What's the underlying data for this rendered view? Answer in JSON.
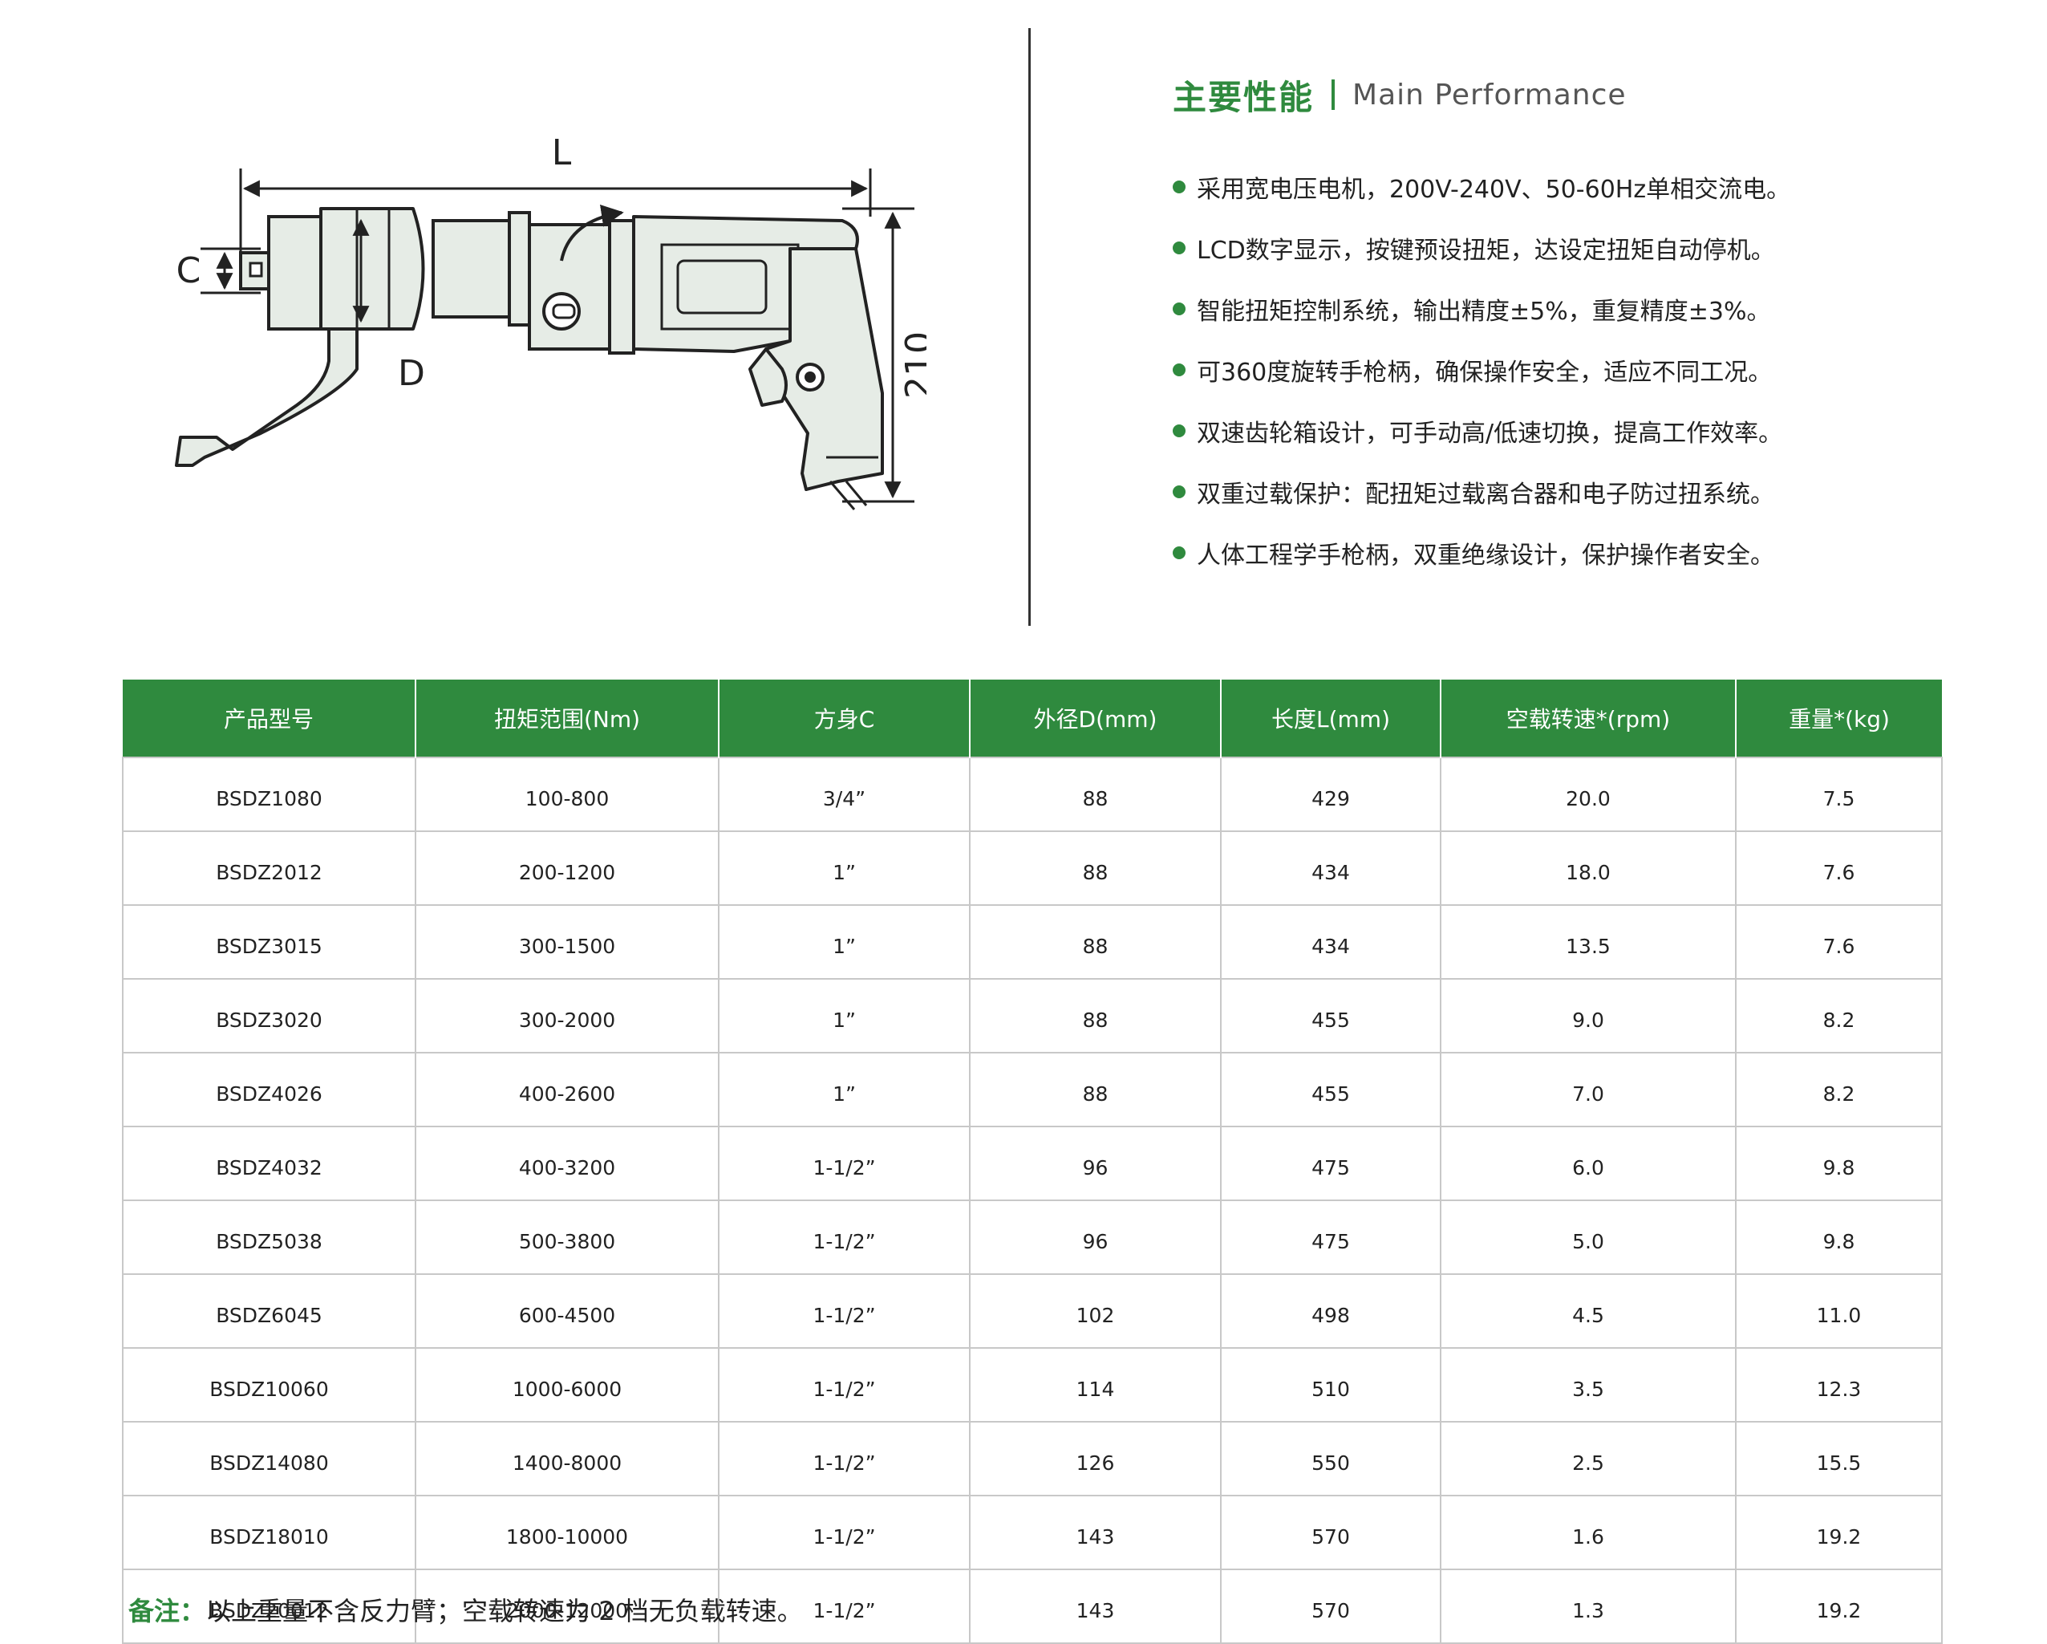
{
  "diagram": {
    "label_length": "L",
    "label_square": "C",
    "label_diameter": "D",
    "label_height": "210"
  },
  "performance": {
    "title_zh": "主要性能",
    "title_en": "Main Performance",
    "features": [
      "采用宽电压电机，200V-240V、50-60Hz单相交流电。",
      "LCD数字显示，按键预设扭矩，达设定扭矩自动停机。",
      "智能扭矩控制系统，输出精度±5%，重复精度±3%。",
      "可360度旋转手枪柄，确保操作安全，适应不同工况。",
      "双速齿轮箱设计，可手动高/低速切换，提高工作效率。",
      "双重过载保护：配扭矩过载离合器和电子防过扭系统。",
      "人体工程学手枪柄，双重绝缘设计，保护操作者安全。"
    ]
  },
  "table": {
    "headers": [
      "产品型号",
      "扭矩范围(Nm)",
      "方身C",
      "外径D(mm)",
      "长度L(mm)",
      "空载转速*(rpm)",
      "重量*(kg)"
    ],
    "rows": [
      [
        "BSDZ1080",
        "100-800",
        "3/4”",
        "88",
        "429",
        "20.0",
        "7.5"
      ],
      [
        "BSDZ2012",
        "200-1200",
        "1”",
        "88",
        "434",
        "18.0",
        "7.6"
      ],
      [
        "BSDZ3015",
        "300-1500",
        "1”",
        "88",
        "434",
        "13.5",
        "7.6"
      ],
      [
        "BSDZ3020",
        "300-2000",
        "1”",
        "88",
        "455",
        "9.0",
        "8.2"
      ],
      [
        "BSDZ4026",
        "400-2600",
        "1”",
        "88",
        "455",
        "7.0",
        "8.2"
      ],
      [
        "BSDZ4032",
        "400-3200",
        "1-1/2”",
        "96",
        "475",
        "6.0",
        "9.8"
      ],
      [
        "BSDZ5038",
        "500-3800",
        "1-1/2”",
        "96",
        "475",
        "5.0",
        "9.8"
      ],
      [
        "BSDZ6045",
        "600-4500",
        "1-1/2”",
        "102",
        "498",
        "4.5",
        "11.0"
      ],
      [
        "BSDZ10060",
        "1000-6000",
        "1-1/2”",
        "114",
        "510",
        "3.5",
        "12.3"
      ],
      [
        "BSDZ14080",
        "1400-8000",
        "1-1/2”",
        "126",
        "550",
        "2.5",
        "15.5"
      ],
      [
        "BSDZ18010",
        "1800-10000",
        "1-1/2”",
        "143",
        "570",
        "1.6",
        "19.2"
      ],
      [
        "BSDZ20012",
        "2000-12000",
        "1-1/2”",
        "143",
        "570",
        "1.3",
        "19.2"
      ]
    ]
  },
  "note": {
    "label": "备注：",
    "text": "以上重量不含反力臂；空载转速为 2 档无负载转速。"
  },
  "colors": {
    "accent": "#2f8a3e",
    "tool_body": "#e6ece6",
    "outline": "#222222"
  }
}
